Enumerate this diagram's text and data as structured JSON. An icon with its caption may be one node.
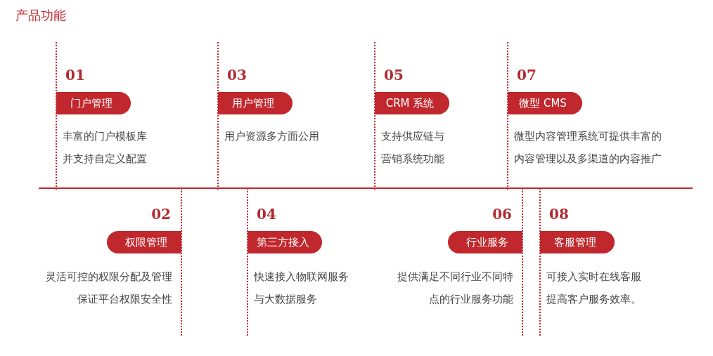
{
  "diagram": {
    "title": "产品功能",
    "nodes": [
      {
        "text": [
          "门户管理"
        ],
        "beside": [
          "01",
          "丰富的门户模板库并支持自定义配置"
        ]
      },
      {
        "text": [
          "权限管理"
        ],
        "beside": [
          "02",
          "灵活可控的权限分配及管理保证平台权限安全性"
        ]
      },
      {
        "text": [
          "用户管理"
        ],
        "beside": [
          "03",
          "用户资源多方面公用"
        ]
      },
      {
        "text": [
          "第三方接入"
        ],
        "beside": [
          "04",
          "快速接入物联网服务与大数据服务"
        ]
      },
      {
        "text": [
          "CRM 系统"
        ],
        "beside": [
          "05",
          "支持供应链与营销系统功能"
        ]
      },
      {
        "text": [
          "行业服务"
        ],
        "beside": [
          "06",
          "提供满足不同行业不同特点的行业服务功能"
        ]
      },
      {
        "text": [
          "微型 CMS"
        ],
        "beside": [
          "07",
          "微型内容管理系统可提供丰富的内容管理以及多渠道的内容推广"
        ]
      },
      {
        "text": [
          "客服管理"
        ],
        "beside": [
          "08",
          "可接入实时在线客服提高客户服务效率。"
        ]
      }
    ]
  }
}
